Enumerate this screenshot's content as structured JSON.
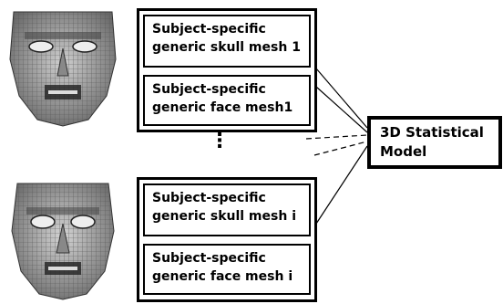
{
  "groups": [
    {
      "skull_mesh": {
        "line1": "Subject-specific",
        "line2": "generic skull mesh 1"
      },
      "face_mesh": {
        "line1": "Subject-specific",
        "line2": "generic face mesh1"
      }
    },
    {
      "skull_mesh": {
        "line1": "Subject-specific",
        "line2": "generic skull mesh  i"
      },
      "face_mesh": {
        "line1": "Subject-specific",
        "line2": "generic face mesh i"
      }
    }
  ],
  "ellipsis": "⋮",
  "model": {
    "line1": "3D Statistical",
    "line2": "Model"
  }
}
